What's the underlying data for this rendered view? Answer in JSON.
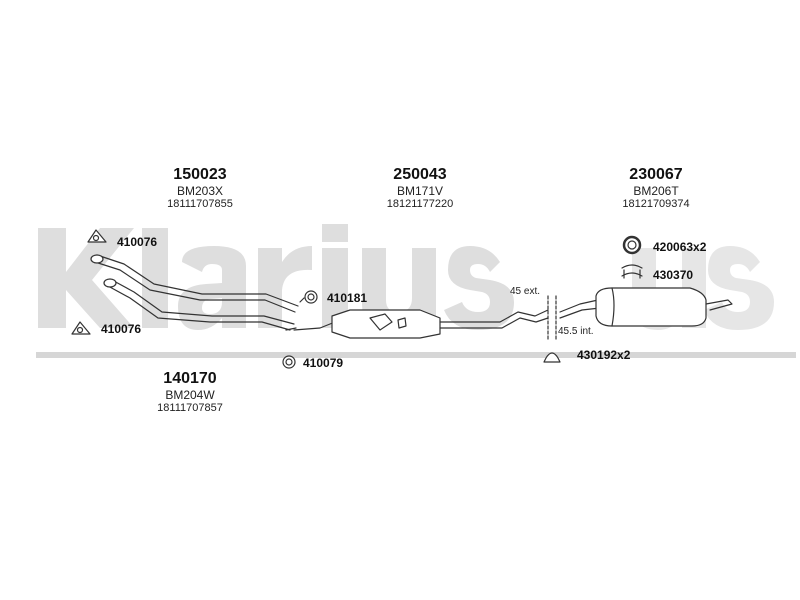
{
  "watermark": {
    "text": "Klarius",
    "color": "#d9d9d9"
  },
  "assemblies": [
    {
      "number": "150023",
      "code": "BM203X",
      "oem": "18111707855"
    },
    {
      "number": "250043",
      "code": "BM171V",
      "oem": "18121177220"
    },
    {
      "number": "230067",
      "code": "BM206T",
      "oem": "18121709374"
    },
    {
      "number": "140170",
      "code": "BM204W",
      "oem": "18111707857"
    }
  ],
  "fittings": {
    "gasket_top": "410076",
    "gasket_bottom": "410076",
    "ring_mid": "410181",
    "ring_low": "410079",
    "clamp": "420063x2",
    "hanger": "430370",
    "mount": "430192x2"
  },
  "dimensions": {
    "ext": "45 ext.",
    "int": "45.5 int."
  }
}
